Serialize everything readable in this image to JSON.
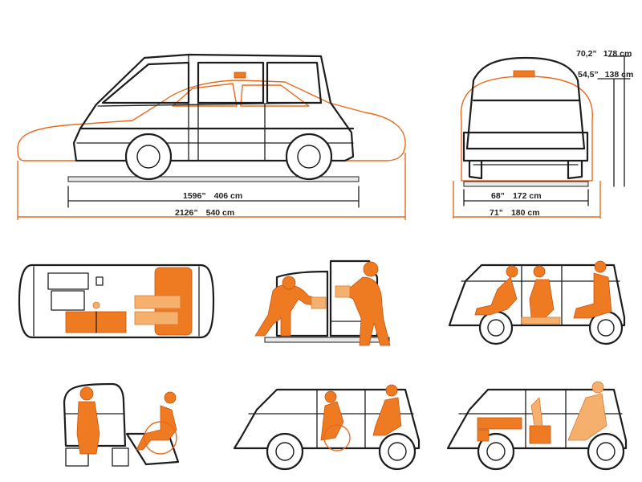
{
  "dimensions": {
    "wheelbase": {
      "in": "1596”",
      "cm": "406 cm"
    },
    "length": {
      "in": "2126”",
      "cm": "540 cm"
    },
    "height_total": {
      "in": "70,2”",
      "cm": "178 cm"
    },
    "height_interior": {
      "in": "54,5”",
      "cm": "138 cm"
    },
    "track": {
      "in": "68”",
      "cm": "172 cm"
    },
    "width": {
      "in": "71”",
      "cm": "180 cm"
    }
  },
  "colors": {
    "ink": "#1d1d1d",
    "accent": "#ee7a22",
    "accent_light": "#f6b06e",
    "background": "#ffffff"
  }
}
